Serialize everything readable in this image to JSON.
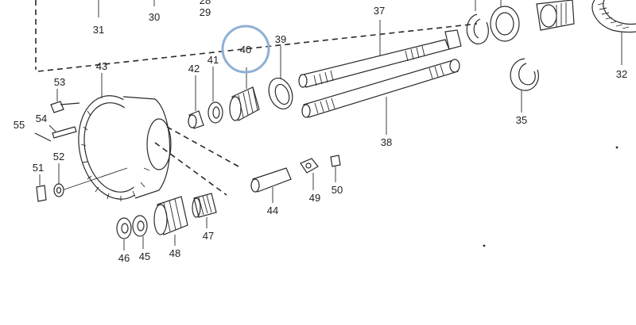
{
  "callouts": [
    {
      "id": "31",
      "text": "31"
    },
    {
      "id": "30",
      "text": "30"
    },
    {
      "id": "28",
      "text": "28"
    },
    {
      "id": "29",
      "text": "29"
    },
    {
      "id": "37",
      "text": "37"
    },
    {
      "id": "32",
      "text": "32"
    },
    {
      "id": "40",
      "text": "40"
    },
    {
      "id": "39",
      "text": "39"
    },
    {
      "id": "43",
      "text": "43"
    },
    {
      "id": "42",
      "text": "42"
    },
    {
      "id": "41",
      "text": "41"
    },
    {
      "id": "53",
      "text": "53"
    },
    {
      "id": "54",
      "text": "54"
    },
    {
      "id": "55",
      "text": "55"
    },
    {
      "id": "35",
      "text": "35"
    },
    {
      "id": "38",
      "text": "38"
    },
    {
      "id": "51",
      "text": "51"
    },
    {
      "id": "52",
      "text": "52"
    },
    {
      "id": "44",
      "text": "44"
    },
    {
      "id": "49",
      "text": "49"
    },
    {
      "id": "50",
      "text": "50"
    },
    {
      "id": "46",
      "text": "46"
    },
    {
      "id": "45",
      "text": "45"
    },
    {
      "id": "48",
      "text": "48"
    },
    {
      "id": "47",
      "text": "47"
    }
  ],
  "highlighted_part": "40",
  "highlight_color": "#8fb0d4"
}
